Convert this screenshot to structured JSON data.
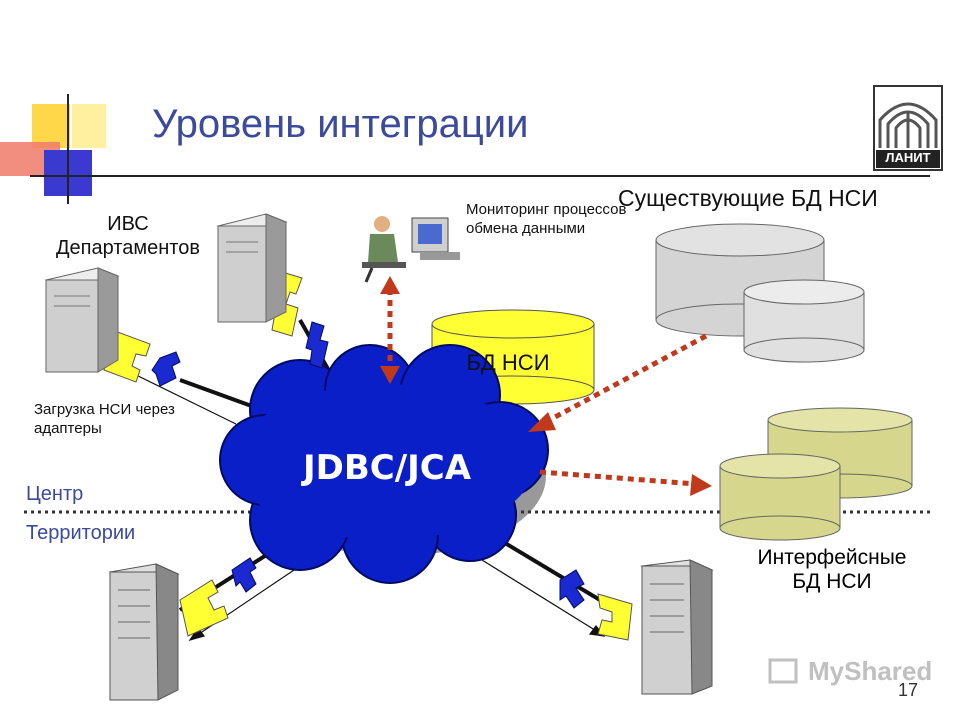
{
  "slide": {
    "title": "Уровень интеграции",
    "page_number": "17"
  },
  "labels": {
    "ivs": "ИВС Департаментов",
    "monitoring": "Мониторинг процессов обмена данными",
    "existing_db": "Существующие БД НСИ",
    "loading": "Загрузка НСИ через адаптеры",
    "center": "Центр",
    "territories": "Территории",
    "interface_db": "Интерфейсные БД НСИ",
    "central_db": "БД НСИ",
    "cloud": "JDBC/JCA"
  },
  "logo": {
    "text": "ЛАНИТ"
  },
  "watermark": {
    "text": "MyShared"
  },
  "colors": {
    "title": "#3b4a9c",
    "cloud": "#0a1fc8",
    "yellow_db": "#ffff33",
    "grey_db": "#d4d4d4",
    "green_db": "#d6d68c",
    "arrow_red": "#c0391b",
    "adapter_yellow": "#ffff33",
    "adapter_blue": "#1a2ad0"
  }
}
